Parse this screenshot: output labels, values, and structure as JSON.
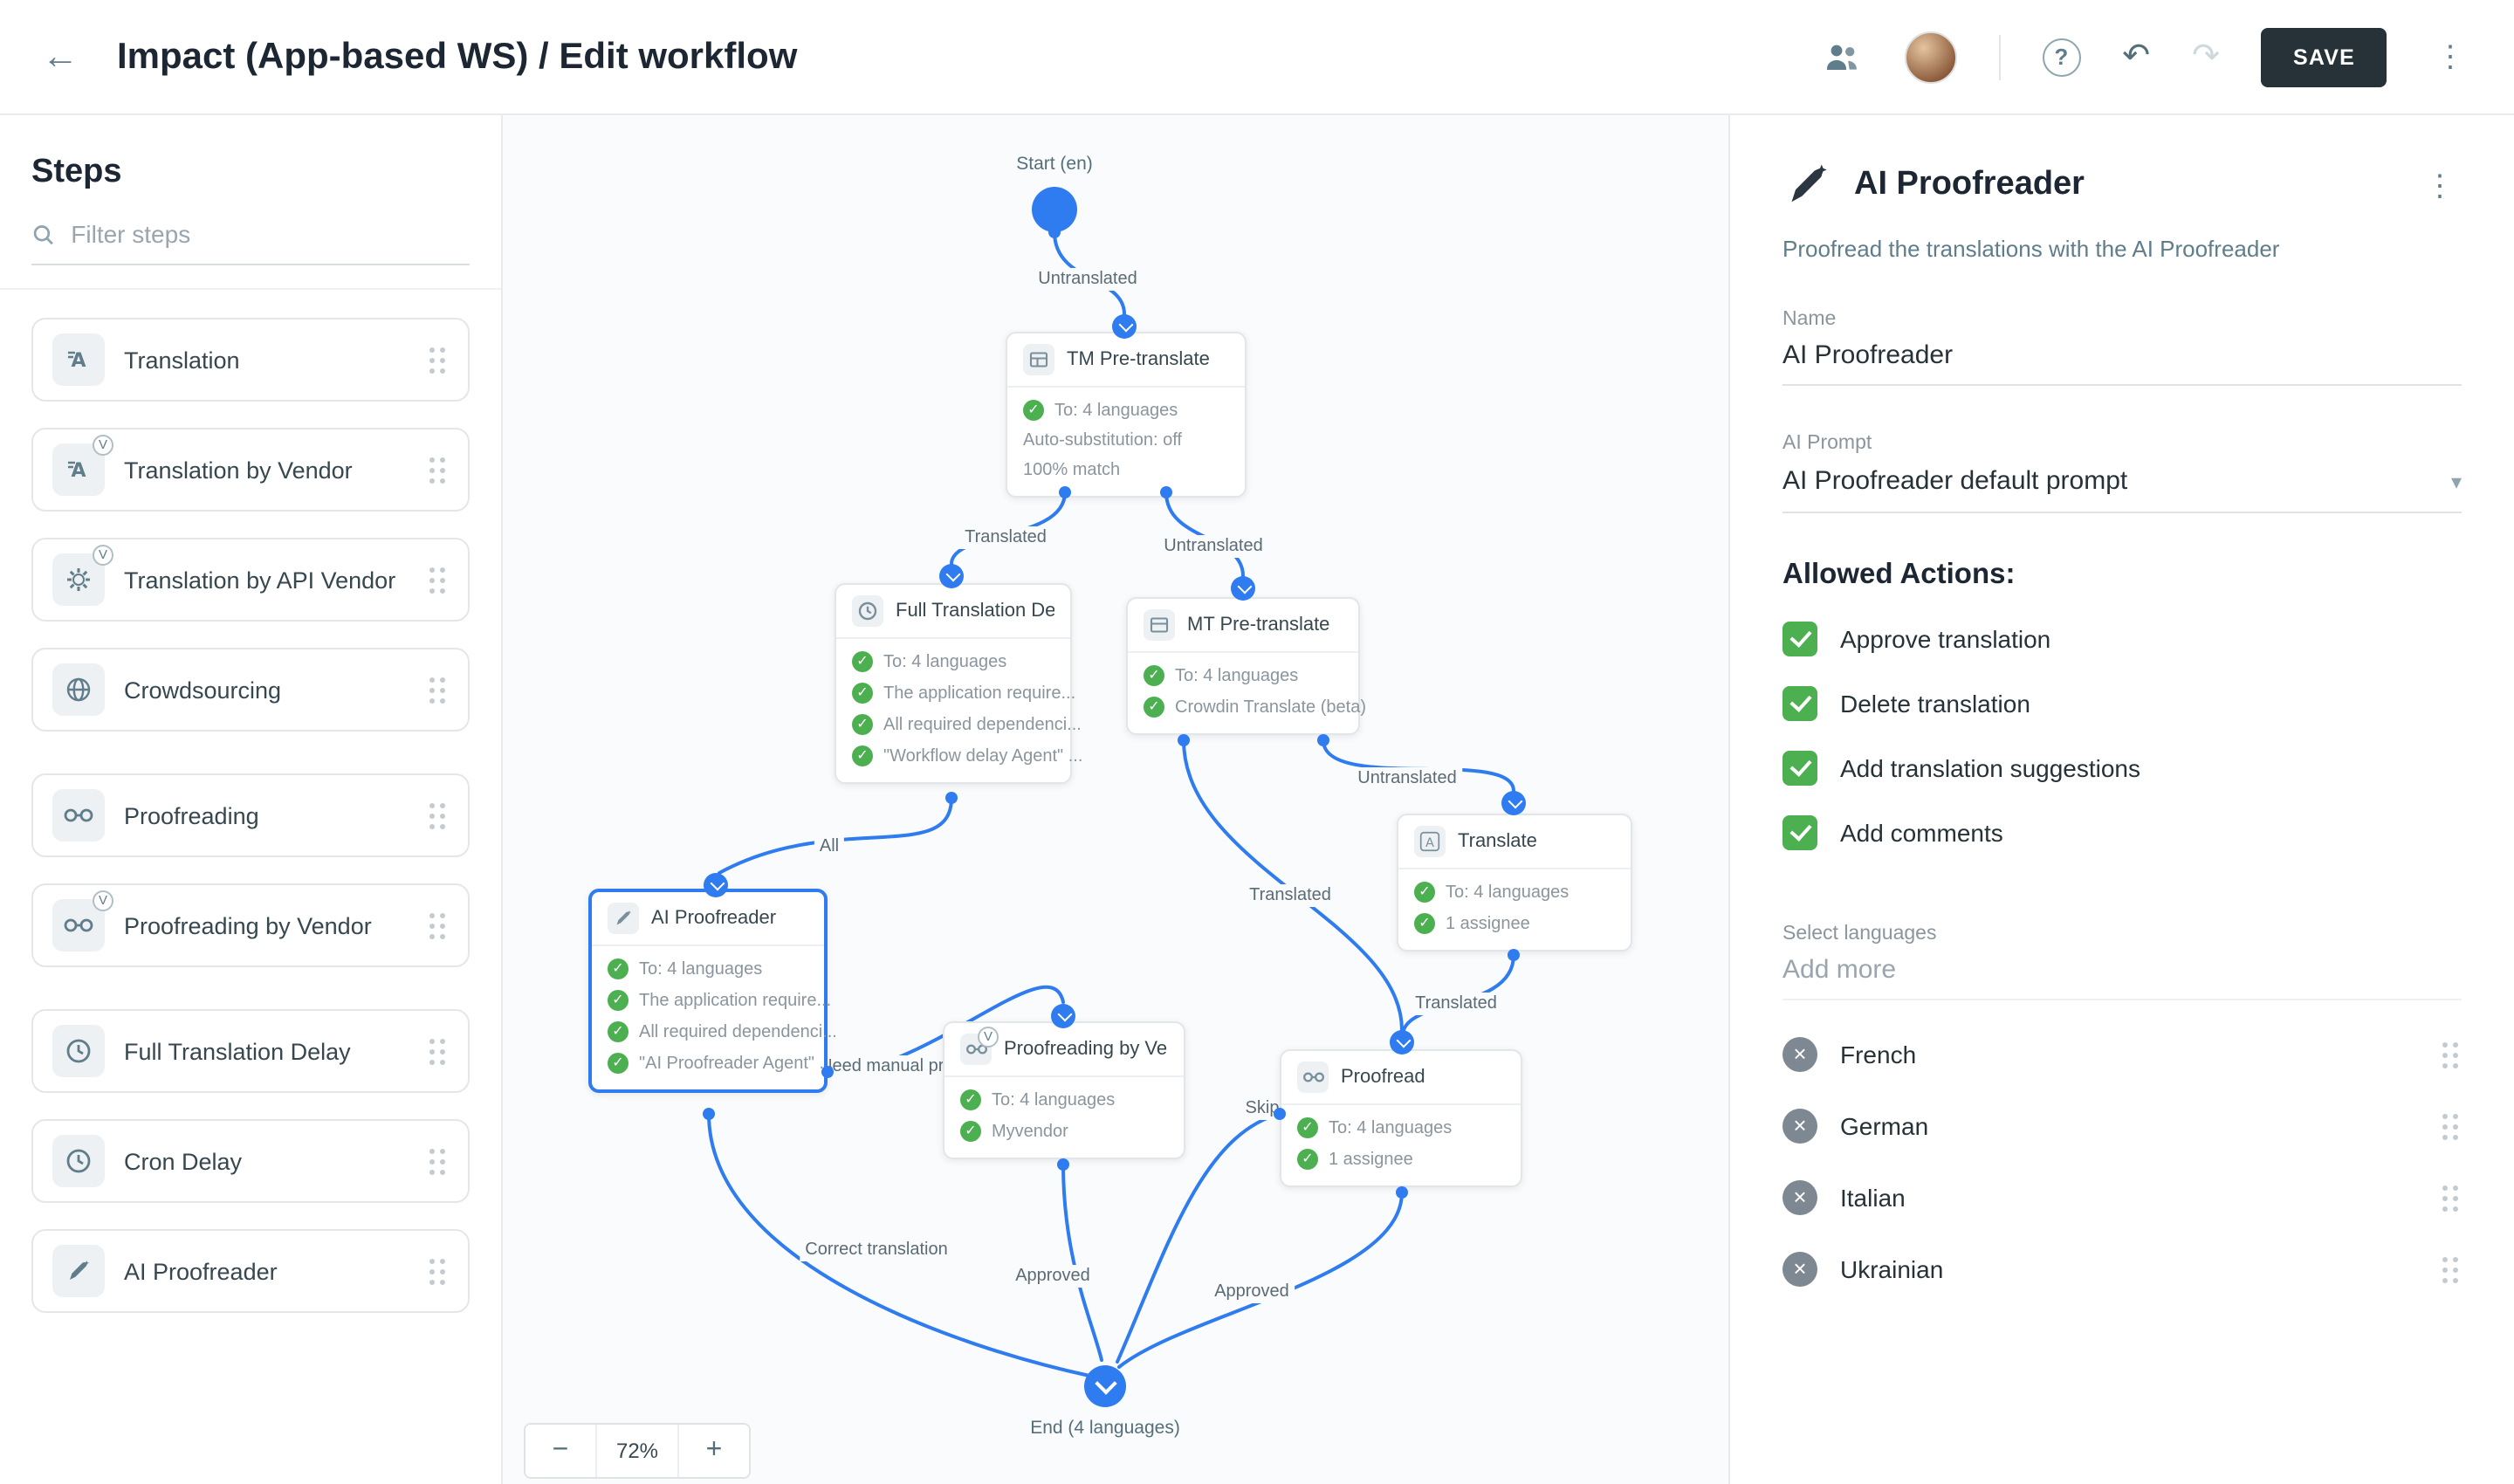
{
  "icons": {
    "back": "←",
    "undo": "↶",
    "redo": "↷",
    "help": "?",
    "kebab": "⋮",
    "minus": "−",
    "plus": "+",
    "chevron_down": "▾"
  },
  "header": {
    "title": "Impact (App-based WS) / Edit workflow",
    "save_label": "SAVE"
  },
  "sidebar": {
    "title": "Steps",
    "filter_placeholder": "Filter steps",
    "vendor_badge": "V",
    "items": [
      {
        "label": "Translation"
      },
      {
        "label": "Translation by Vendor"
      },
      {
        "label": "Translation by API Vendor"
      },
      {
        "label": "Crowdsourcing"
      },
      {
        "label": "Proofreading"
      },
      {
        "label": "Proofreading by Vendor"
      },
      {
        "label": "Full Translation Delay"
      },
      {
        "label": "Cron Delay"
      },
      {
        "label": "AI Proofreader"
      }
    ]
  },
  "canvas": {
    "zoom_label": "72%",
    "start_label": "Start (en)",
    "end_label": "End (4 languages)",
    "nodes": [
      {
        "title": "TM Pre-translate",
        "rows": [
          {
            "text": "To: 4 languages"
          },
          {
            "text": "Auto-substitution: off"
          },
          {
            "text": "100% match"
          }
        ]
      },
      {
        "title": "Full Translation Delay",
        "rows": [
          {
            "text": "To: 4 languages"
          },
          {
            "text": "The application require..."
          },
          {
            "text": "All required dependenci..."
          },
          {
            "text": "\"Workflow delay Agent\" ..."
          }
        ]
      },
      {
        "title": "MT Pre-translate",
        "rows": [
          {
            "text": "To: 4 languages"
          },
          {
            "text": "Crowdin Translate (beta)"
          }
        ]
      },
      {
        "title": "Translate",
        "rows": [
          {
            "text": "To: 4 languages"
          },
          {
            "text": "1 assignee"
          }
        ]
      },
      {
        "title": "AI Proofreader",
        "rows": [
          {
            "text": "To: 4 languages"
          },
          {
            "text": "The application require..."
          },
          {
            "text": "All required dependenci..."
          },
          {
            "text": "\"AI Proofreader Agent\" ..."
          }
        ]
      },
      {
        "title": "Proofreading by Ven...",
        "rows": [
          {
            "text": "To: 4 languages"
          },
          {
            "text": "Myvendor"
          }
        ]
      },
      {
        "title": "Proofread",
        "rows": [
          {
            "text": "To: 4 languages"
          },
          {
            "text": "1 assignee"
          }
        ]
      }
    ],
    "edge_labels": [
      "Untranslated",
      "Translated",
      "Untranslated",
      "Untranslated",
      "All",
      "Translated",
      "Translated",
      "Need manual pr...",
      "Skip",
      "Correct translation",
      "Approved",
      "Approved"
    ]
  },
  "panel": {
    "title": "AI Proofreader",
    "description": "Proofread the translations with the AI Proofreader",
    "name_label": "Name",
    "name_value": "AI Proofreader",
    "prompt_label": "AI Prompt",
    "prompt_value": "AI Proofreader default prompt",
    "actions_title": "Allowed Actions:",
    "actions": [
      "Approve translation",
      "Delete translation",
      "Add translation suggestions",
      "Add comments"
    ],
    "languages_label": "Select languages",
    "languages_placeholder": "Add more",
    "languages": [
      "French",
      "German",
      "Italian",
      "Ukrainian"
    ]
  }
}
